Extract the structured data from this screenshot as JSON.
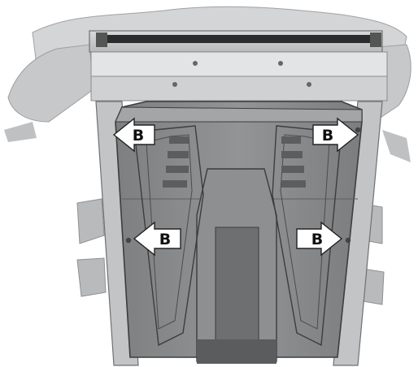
{
  "figure": {
    "callouts": [
      {
        "id": "upper-left",
        "label": "B",
        "direction": "left"
      },
      {
        "id": "upper-right",
        "label": "B",
        "direction": "right"
      },
      {
        "id": "lower-left",
        "label": "B",
        "direction": "left"
      },
      {
        "id": "lower-right",
        "label": "B",
        "direction": "right"
      }
    ],
    "colors": {
      "skid_plate": "#8a8c8e",
      "skid_plate_shadow": "#5f6163",
      "frame": "#c9cbcc",
      "scan_noise": "#b4b6b8",
      "arrow_fill": "#ffffff",
      "arrow_stroke": "#222222"
    }
  }
}
